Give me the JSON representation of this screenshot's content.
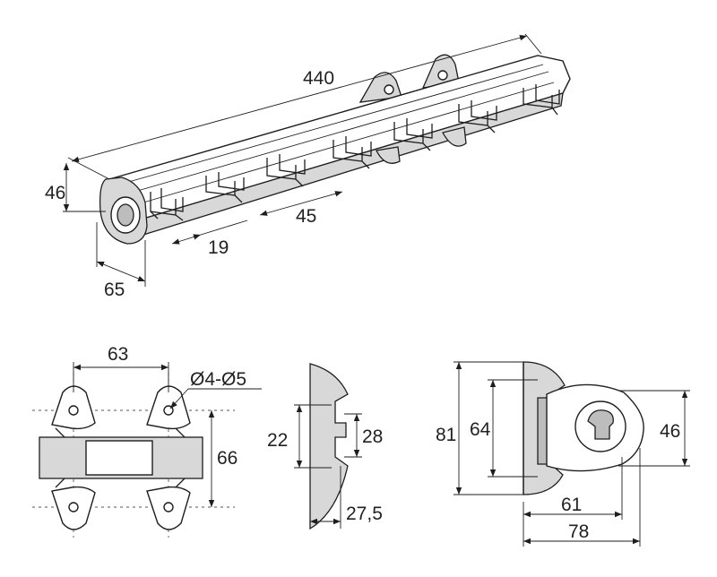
{
  "dimensions": {
    "length": "440",
    "height_front": "46",
    "pitch": "45",
    "hook_gap": "19",
    "depth": "65",
    "bracket_width": "63",
    "hole_spec": "Ø4-Ø5",
    "bracket_height": "66",
    "profile_inner": "22",
    "profile_slot": "28",
    "profile_depth": "27,5",
    "end_height": "81",
    "end_inner": "64",
    "end_cap_height": "46",
    "end_offset": "61",
    "end_total": "78"
  },
  "colors": {
    "line": "#1e1e1e",
    "shade": "#d8d8d8",
    "background": "#ffffff"
  }
}
